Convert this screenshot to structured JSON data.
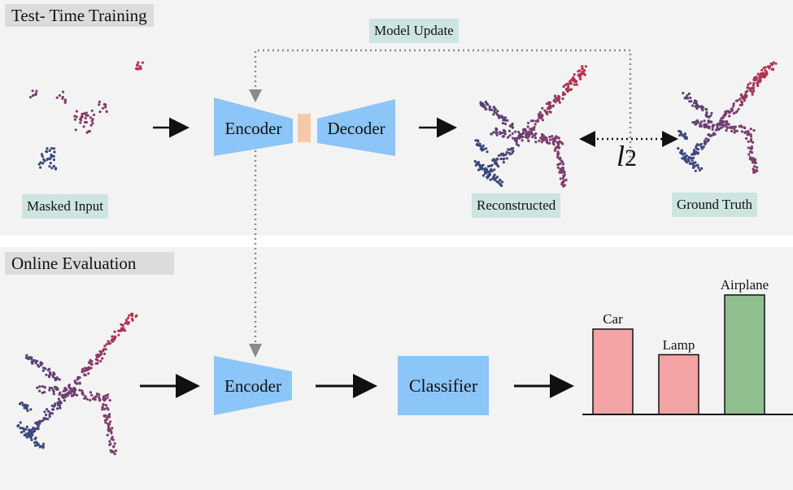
{
  "top": {
    "title": "Test- Time Training",
    "model_update_label": "Model Update",
    "encoder_label": "Encoder",
    "decoder_label": "Decoder",
    "masked_input_label": "Masked Input",
    "reconstructed_label": "Reconstructed",
    "ground_truth_label": "Ground Truth",
    "loss_label": "l",
    "loss_subscript": "2"
  },
  "bottom": {
    "title": "Online Evaluation",
    "encoder_label": "Encoder",
    "classifier_label": "Classifier"
  },
  "chart_data": {
    "type": "bar",
    "categories": [
      "Car",
      "Lamp",
      "Airplane"
    ],
    "values": [
      0.6,
      0.42,
      0.84
    ],
    "colors": [
      "#f4a4a4",
      "#f4a4a4",
      "#8fbf8f"
    ],
    "ylim": [
      0,
      1
    ],
    "title": "",
    "xlabel": "",
    "ylabel": ""
  },
  "colors": {
    "panel": "#f3f3f3",
    "encoder_blue": "#8cc5f7",
    "bottleneck": "#f6c9a6",
    "tag_teal": "#cde4e0",
    "point_blue": "#2f4a7e",
    "point_purple": "#7a3d6e",
    "point_red": "#c0304a"
  },
  "icons": [
    "plane-point-cloud",
    "masked-point-cloud",
    "arrow-right",
    "dotted-arrow"
  ]
}
